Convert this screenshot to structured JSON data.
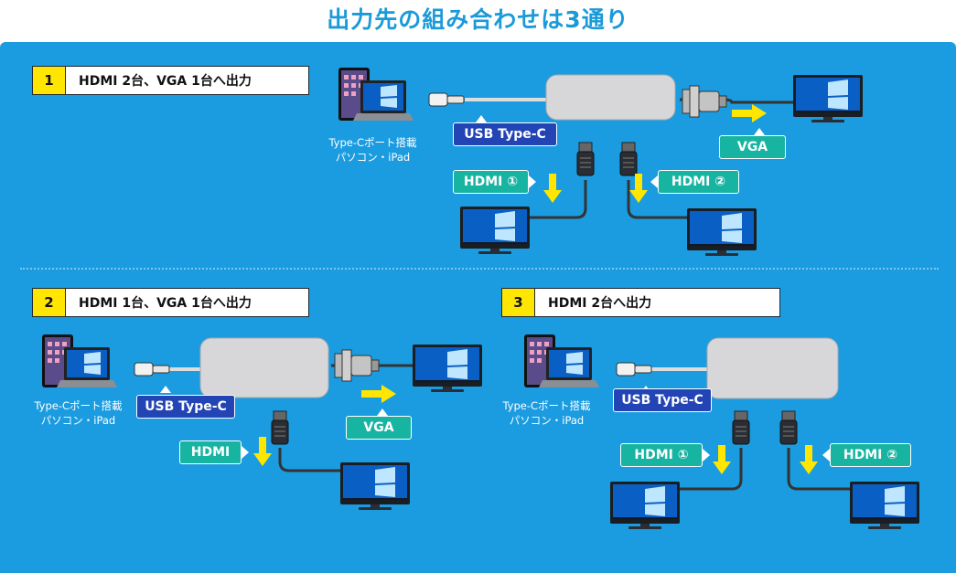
{
  "title": "出力先の組み合わせは3通り",
  "sections": [
    {
      "num": "1",
      "text": "HDMI 2台、VGA 1台へ出力"
    },
    {
      "num": "2",
      "text": "HDMI 1台、VGA 1台へ出力"
    },
    {
      "num": "3",
      "text": "HDMI 2台へ出力"
    }
  ],
  "labels": {
    "usb": "USB Type-C",
    "vga": "VGA",
    "hdmi": "HDMI",
    "hdmi1": "HDMI ①",
    "hdmi2": "HDMI ②"
  },
  "device_caption": {
    "line1": "Type-Cポート搭載",
    "line2": "パソコン・iPad"
  },
  "colors": {
    "panel": "#1b9ce0",
    "usb_label": "#2244b4",
    "hdmi_label": "#17b4a2",
    "arrow": "#ffe600",
    "title": "#1a9ad8"
  }
}
